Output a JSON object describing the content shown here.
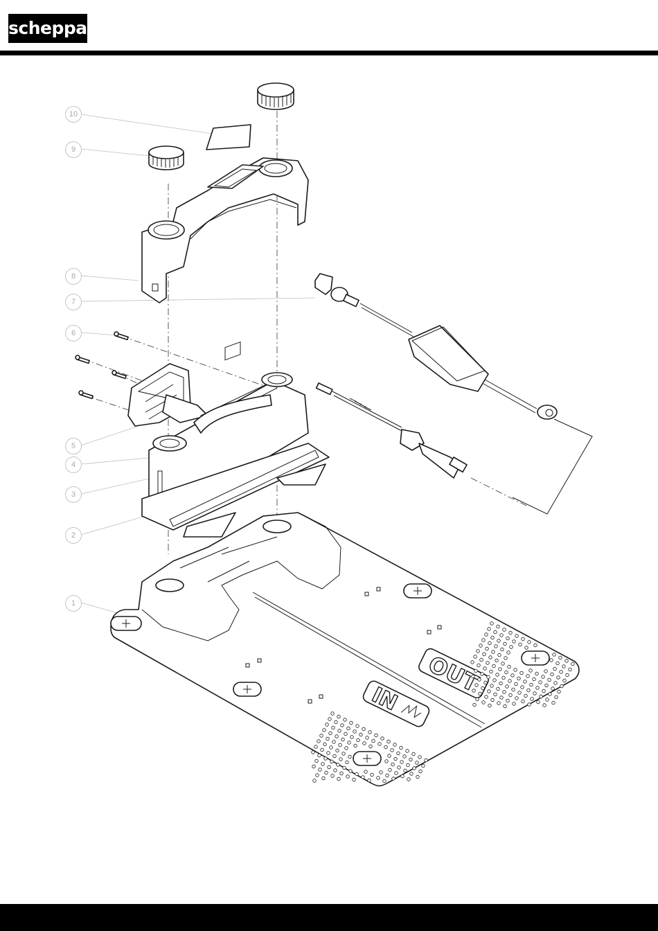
{
  "header": {
    "logo_text": "scheppach"
  },
  "diagram": {
    "callouts": [
      "10",
      "9",
      "8",
      "7",
      "6",
      "5",
      "4",
      "3",
      "2",
      "1"
    ],
    "base_labels": {
      "out": "OUT",
      "in": "IN"
    }
  },
  "colors": {
    "bar": "#000000",
    "line": "#1a1a1a",
    "callout": "#a8a8a8"
  }
}
